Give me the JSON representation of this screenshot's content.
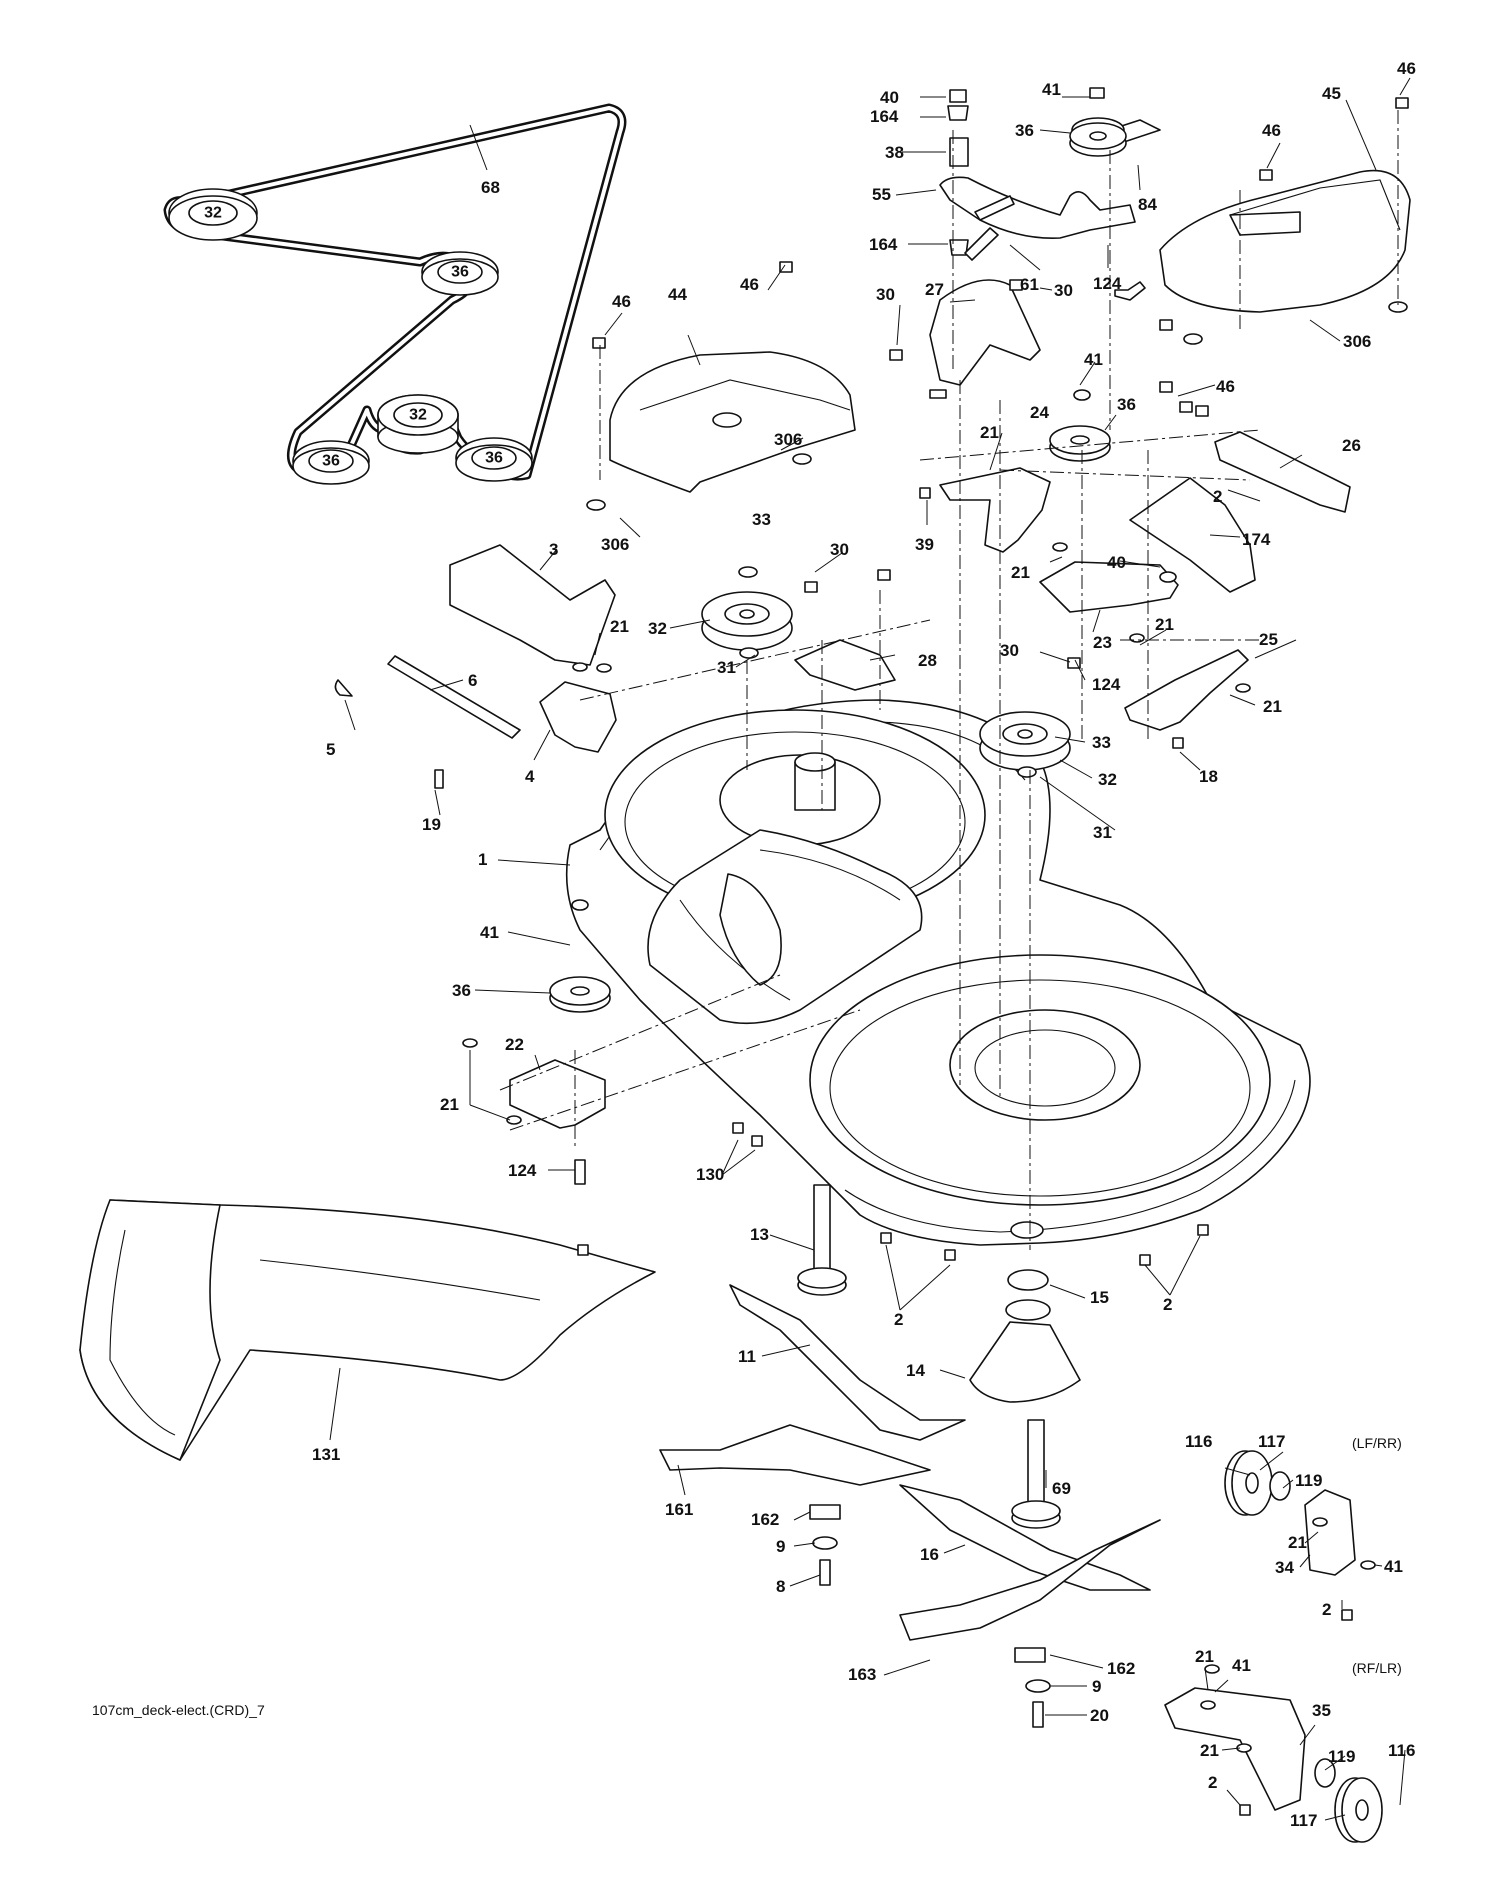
{
  "diagram": {
    "drawing_id": "107cm_deck-elect.(CRD)_7",
    "position_notes": [
      "(LF/RR)",
      "(RF/LR)"
    ],
    "belt_pulleys": [
      "32",
      "36",
      "32",
      "36",
      "36"
    ],
    "callouts": [
      {
        "id": "c40a",
        "text": "40"
      },
      {
        "id": "c164a",
        "text": "164"
      },
      {
        "id": "c38",
        "text": "38"
      },
      {
        "id": "c55",
        "text": "55"
      },
      {
        "id": "c164b",
        "text": "164"
      },
      {
        "id": "c41a",
        "text": "41"
      },
      {
        "id": "c36a",
        "text": "36"
      },
      {
        "id": "c84",
        "text": "84"
      },
      {
        "id": "c46a",
        "text": "46"
      },
      {
        "id": "c45",
        "text": "45"
      },
      {
        "id": "c46b",
        "text": "46"
      },
      {
        "id": "c68",
        "text": "68"
      },
      {
        "id": "c61",
        "text": "61"
      },
      {
        "id": "c124a",
        "text": "124"
      },
      {
        "id": "c27",
        "text": "27"
      },
      {
        "id": "c30a",
        "text": "30"
      },
      {
        "id": "c30b",
        "text": "30"
      },
      {
        "id": "c306a",
        "text": "306"
      },
      {
        "id": "c46c",
        "text": "46"
      },
      {
        "id": "c44",
        "text": "44"
      },
      {
        "id": "c46d",
        "text": "46"
      },
      {
        "id": "c41b",
        "text": "41"
      },
      {
        "id": "c36b",
        "text": "36"
      },
      {
        "id": "c46e",
        "text": "46"
      },
      {
        "id": "c306b",
        "text": "306"
      },
      {
        "id": "c21a",
        "text": "21"
      },
      {
        "id": "c24",
        "text": "24"
      },
      {
        "id": "c26",
        "text": "26"
      },
      {
        "id": "c2a",
        "text": "2"
      },
      {
        "id": "c39",
        "text": "39"
      },
      {
        "id": "c174",
        "text": "174"
      },
      {
        "id": "c306c",
        "text": "306"
      },
      {
        "id": "c33a",
        "text": "33"
      },
      {
        "id": "c30c",
        "text": "30"
      },
      {
        "id": "c21b",
        "text": "21"
      },
      {
        "id": "c40b",
        "text": "40"
      },
      {
        "id": "c3",
        "text": "3"
      },
      {
        "id": "c21c",
        "text": "21"
      },
      {
        "id": "c32a",
        "text": "32"
      },
      {
        "id": "c28",
        "text": "28"
      },
      {
        "id": "c23",
        "text": "23"
      },
      {
        "id": "c21d",
        "text": "21"
      },
      {
        "id": "c25",
        "text": "25"
      },
      {
        "id": "c31a",
        "text": "31"
      },
      {
        "id": "c30d",
        "text": "30"
      },
      {
        "id": "c124b",
        "text": "124"
      },
      {
        "id": "c6",
        "text": "6"
      },
      {
        "id": "c21e",
        "text": "21"
      },
      {
        "id": "c5",
        "text": "5"
      },
      {
        "id": "c4",
        "text": "4"
      },
      {
        "id": "c33b",
        "text": "33"
      },
      {
        "id": "c32b",
        "text": "32"
      },
      {
        "id": "c18",
        "text": "18"
      },
      {
        "id": "c19",
        "text": "19"
      },
      {
        "id": "c31b",
        "text": "31"
      },
      {
        "id": "c1",
        "text": "1"
      },
      {
        "id": "c41c",
        "text": "41"
      },
      {
        "id": "c36c",
        "text": "36"
      },
      {
        "id": "c22",
        "text": "22"
      },
      {
        "id": "c21f",
        "text": "21"
      },
      {
        "id": "c130",
        "text": "130"
      },
      {
        "id": "c124c",
        "text": "124"
      },
      {
        "id": "c13",
        "text": "13"
      },
      {
        "id": "c2b",
        "text": "2"
      },
      {
        "id": "c15",
        "text": "15"
      },
      {
        "id": "c2c",
        "text": "2"
      },
      {
        "id": "c11",
        "text": "11"
      },
      {
        "id": "c14",
        "text": "14"
      },
      {
        "id": "c131",
        "text": "131"
      },
      {
        "id": "c116a",
        "text": "116"
      },
      {
        "id": "c117a",
        "text": "117"
      },
      {
        "id": "c69",
        "text": "69"
      },
      {
        "id": "c119a",
        "text": "119"
      },
      {
        "id": "c161",
        "text": "161"
      },
      {
        "id": "c162a",
        "text": "162"
      },
      {
        "id": "c21g",
        "text": "21"
      },
      {
        "id": "c41d",
        "text": "41"
      },
      {
        "id": "c9a",
        "text": "9"
      },
      {
        "id": "c16",
        "text": "16"
      },
      {
        "id": "c34",
        "text": "34"
      },
      {
        "id": "c8",
        "text": "8"
      },
      {
        "id": "c2d",
        "text": "2"
      },
      {
        "id": "c163",
        "text": "163"
      },
      {
        "id": "c162b",
        "text": "162"
      },
      {
        "id": "c21h",
        "text": "21"
      },
      {
        "id": "c41e",
        "text": "41"
      },
      {
        "id": "c9b",
        "text": "9"
      },
      {
        "id": "c35",
        "text": "35"
      },
      {
        "id": "c20",
        "text": "20"
      },
      {
        "id": "c21i",
        "text": "21"
      },
      {
        "id": "c119b",
        "text": "119"
      },
      {
        "id": "c116b",
        "text": "116"
      },
      {
        "id": "c2e",
        "text": "2"
      },
      {
        "id": "c117b",
        "text": "117"
      }
    ]
  }
}
